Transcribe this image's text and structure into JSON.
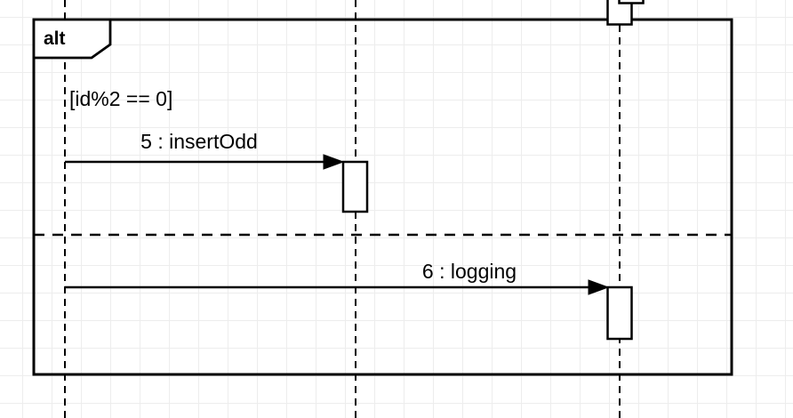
{
  "diagram": {
    "type": "uml-sequence-alt-fragment",
    "frame": {
      "operator": "alt",
      "guard": "[id%2 == 0]"
    },
    "messages": [
      {
        "label": "5 : insertOdd"
      },
      {
        "label": "6 : logging"
      }
    ],
    "colors": {
      "stroke": "#000000",
      "shape_fill": "#ffffff",
      "grid": "#ededed",
      "background": "#ffffff"
    }
  }
}
